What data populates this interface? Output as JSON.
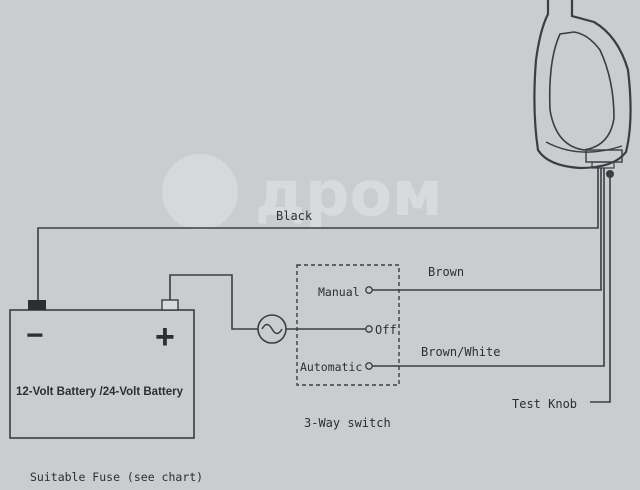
{
  "watermark": {
    "text": "дром"
  },
  "battery": {
    "label": "12-Volt Battery /24-Volt Battery",
    "negative_symbol": "−",
    "positive_symbol": "+"
  },
  "wires": {
    "black": "Black",
    "brown": "Brown",
    "brown_white": "Brown/White"
  },
  "switch": {
    "manual": "Manual",
    "off": "Off",
    "automatic": "Automatic",
    "title": "3-Way switch"
  },
  "pump": {
    "test_knob": "Test Knob"
  },
  "fuse_note": "Suitable Fuse (see chart)",
  "colors": {
    "background": "#c9cdd0",
    "ink": "#2b2f33"
  }
}
